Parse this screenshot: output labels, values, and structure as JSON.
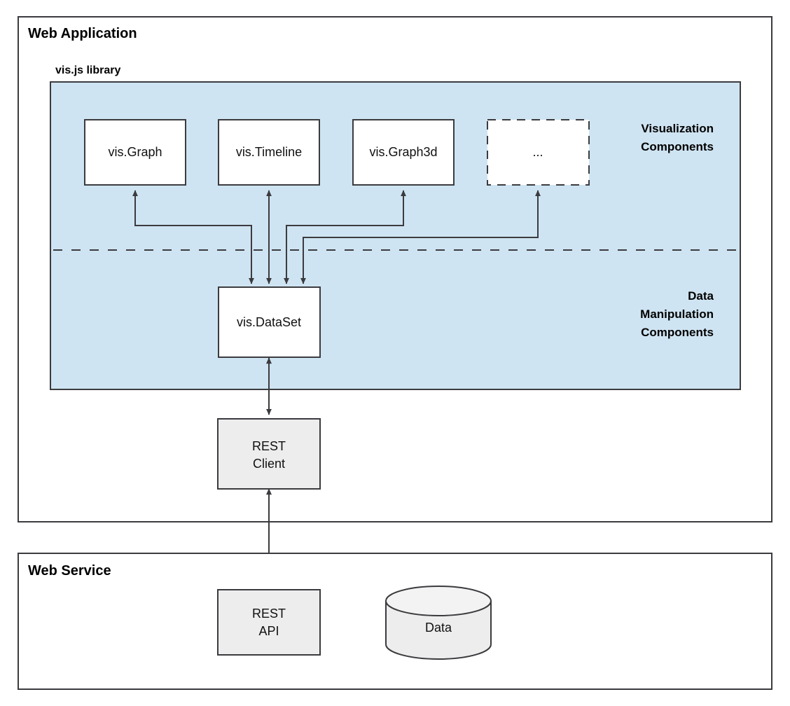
{
  "diagram": {
    "type": "architecture-block-diagram",
    "background": "#ffffff",
    "colors": {
      "panel_blue": "#cfe4f2",
      "node_white": "#ffffff",
      "node_gray": "#ededed",
      "stroke": "#3b3b3f",
      "text": "#000000"
    }
  },
  "frames": {
    "web_application": {
      "title": "Web Application",
      "section_title": "vis.js library"
    },
    "web_service": {
      "title": "Web Service"
    }
  },
  "group_labels": {
    "visualization": {
      "line1": "Visualization",
      "line2": "Components"
    },
    "data_manipulation": {
      "line1": "Data",
      "line2": "Manipulation",
      "line3": "Components"
    }
  },
  "nodes": {
    "vis_graph": {
      "label": "vis.Graph",
      "style": "solid",
      "fill": "white"
    },
    "vis_timeline": {
      "label": "vis.Timeline",
      "style": "solid",
      "fill": "white"
    },
    "vis_graph3d": {
      "label": "vis.Graph3d",
      "style": "solid",
      "fill": "white"
    },
    "more": {
      "label": "...",
      "style": "dashed",
      "fill": "white"
    },
    "vis_dataset": {
      "label": "vis.DataSet",
      "style": "solid",
      "fill": "white"
    },
    "rest_client": {
      "line1": "REST",
      "line2": "Client",
      "style": "solid",
      "fill": "gray"
    },
    "rest_api": {
      "line1": "REST",
      "line2": "API",
      "style": "solid",
      "fill": "gray"
    },
    "data_store": {
      "label": "Data",
      "shape": "cylinder",
      "fill": "gray"
    }
  },
  "connections": [
    {
      "from": "vis.DataSet",
      "to": "vis.Graph",
      "direction": "up"
    },
    {
      "from": "vis.DataSet",
      "to": "vis.Timeline",
      "direction": "up"
    },
    {
      "from": "vis.DataSet",
      "to": "vis.Graph3d",
      "direction": "up"
    },
    {
      "from": "vis.DataSet",
      "to": "...",
      "direction": "up"
    },
    {
      "from": "vis.Graph",
      "to": "vis.DataSet",
      "direction": "down"
    },
    {
      "from": "vis.Timeline",
      "to": "vis.DataSet",
      "direction": "down"
    },
    {
      "from": "vis.Graph3d",
      "to": "vis.DataSet",
      "direction": "down"
    },
    {
      "from": "...",
      "to": "vis.DataSet",
      "direction": "down"
    },
    {
      "from": "vis.DataSet",
      "to": "REST Client",
      "direction": "bidirectional"
    },
    {
      "from": "REST Client",
      "to": "REST API",
      "direction": "bidirectional"
    },
    {
      "from": "REST API",
      "to": "Data",
      "direction": "bidirectional"
    }
  ]
}
